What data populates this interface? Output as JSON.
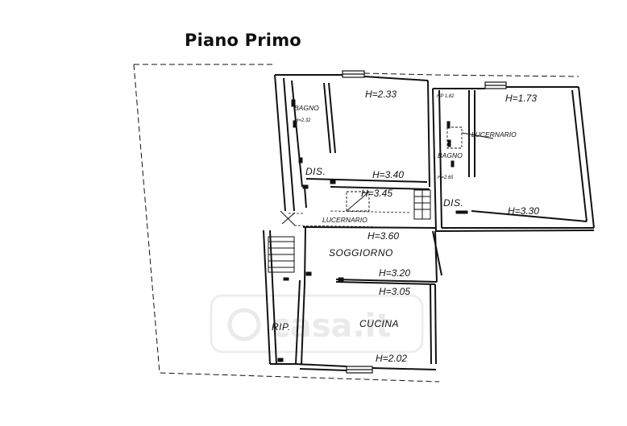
{
  "title": "Piano Primo",
  "watermark": {
    "text": "casa.it",
    "color": "#d9d9d9"
  },
  "colors": {
    "wall": "#111111",
    "background": "#ffffff"
  },
  "labels": {
    "bagno_left": "BAGNO",
    "h_bagno_left": "H=2.32",
    "h_233": "H=2.33",
    "dis_left": "DIS.",
    "h_340": "H=3.40",
    "h_345": "H=3.45",
    "lucernario_left": "LUCERNARIO",
    "h_360": "H=3.60",
    "soggiorno": "SOGGIORNO",
    "h_320": "H=3.20",
    "h_305": "H=3.05",
    "cucina": "CUCINA",
    "rip": "RIP.",
    "h_202": "H=2.02",
    "hp_182": "HP 1.82",
    "h_173": "H=1.73",
    "lucernario_right": "LUCERNARIO",
    "bagno_right": "BAGNO",
    "h_265": "H=2.65",
    "dis_right": "DIS.",
    "h_330": "H=3.30"
  }
}
